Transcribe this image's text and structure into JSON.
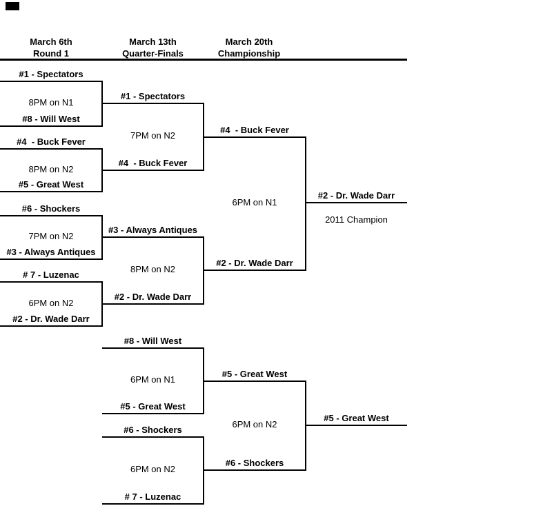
{
  "colors": {
    "background": "#ffffff",
    "line": "#000000",
    "text": "#000000"
  },
  "header": {
    "columns": [
      {
        "date": "March 6th",
        "round": "Round 1"
      },
      {
        "date": "March 13th",
        "round": "Quarter-Finals"
      },
      {
        "date": "March 20th",
        "round": "Championship"
      }
    ]
  },
  "main_bracket": {
    "round1": [
      {
        "top": "#1 - Spectators",
        "time": "8PM on N1",
        "bottom": "#8 - Will West"
      },
      {
        "top": "#4  - Buck Fever",
        "time": "8PM on N2",
        "bottom": "#5 - Great West"
      },
      {
        "top": "#6 - Shockers",
        "time": "7PM on N2",
        "bottom": "#3 - Always Antiques"
      },
      {
        "top": "# 7 - Luzenac",
        "time": "6PM on N2",
        "bottom": "#2 - Dr. Wade Darr"
      }
    ],
    "quarterfinals": [
      {
        "top": "#1 - Spectators",
        "time": "7PM on N2",
        "bottom": "#4  - Buck Fever"
      },
      {
        "top": "#3 - Always Antiques",
        "time": "8PM on N2",
        "bottom": "#2 - Dr. Wade Darr"
      }
    ],
    "championship": {
      "top": "#4  - Buck Fever",
      "time": "6PM on N1",
      "bottom": "#2 - Dr. Wade Darr"
    },
    "champion": {
      "name": "#2 - Dr. Wade Darr",
      "caption": "2011 Champion"
    }
  },
  "consolation_bracket": {
    "semifinals": [
      {
        "top": "#8 - Will West",
        "time": "6PM on N1",
        "bottom": "#5 - Great West"
      },
      {
        "top": "#6 - Shockers",
        "time": "6PM on N2",
        "bottom": "# 7 - Luzenac"
      }
    ],
    "final": {
      "top": "#5 - Great West",
      "time": "6PM on N2",
      "bottom": "#6 - Shockers"
    },
    "winner": {
      "name": "#5 - Great West"
    }
  }
}
